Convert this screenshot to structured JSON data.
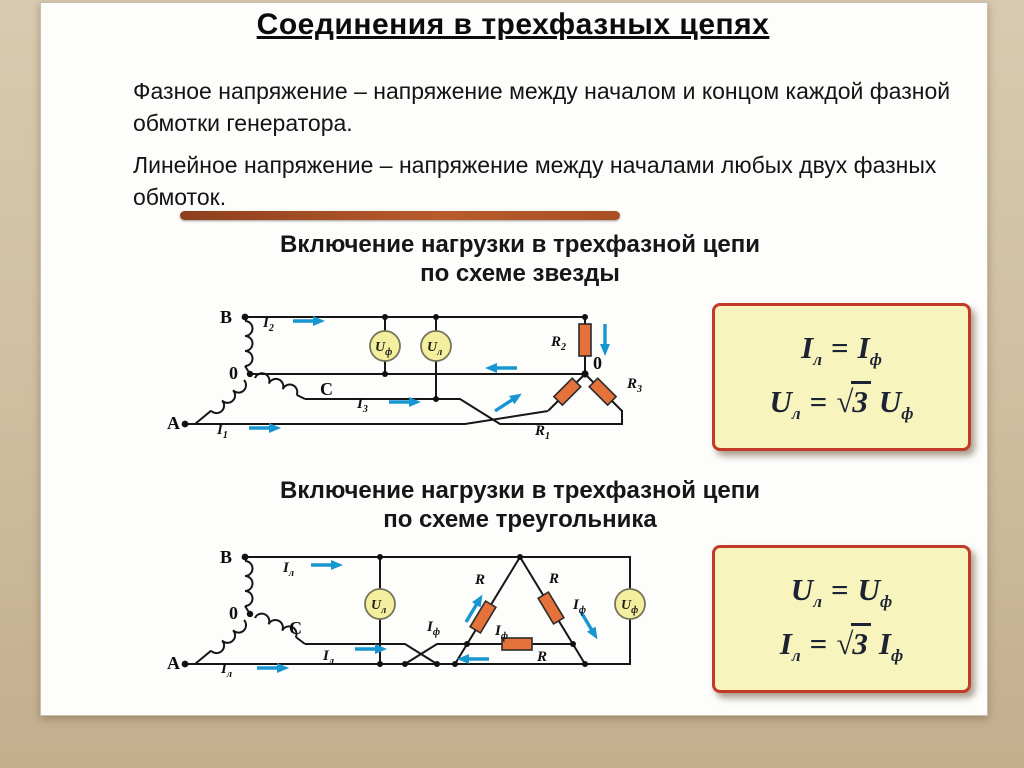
{
  "page": {
    "title": "Соединения в трехфазных цепях"
  },
  "definitions": {
    "phase_voltage": "Фазное напряжение – напряжение между началом и концом каждой фазной обмотки генератора.",
    "line_voltage": "Линейное напряжение – напряжение между началами любых двух фазных обмоток."
  },
  "star": {
    "heading_line1": "Включение нагрузки в трехфазной цепи",
    "heading_line2": "по схеме звезды",
    "terminals": {
      "b": "В",
      "zero": "0",
      "c": "С",
      "a": "А",
      "zero_load": "0"
    },
    "currents": {
      "i2": {
        "base": "I",
        "sub": "2"
      },
      "i3": {
        "base": "I",
        "sub": "3"
      },
      "i1": {
        "base": "I",
        "sub": "1"
      }
    },
    "meters": {
      "u_phase": {
        "base": "U",
        "sub": "ф"
      },
      "u_line": {
        "base": "U",
        "sub": "л"
      }
    },
    "resistors": {
      "r2": {
        "base": "R",
        "sub": "2"
      },
      "r3": {
        "base": "R",
        "sub": "3"
      },
      "r1": {
        "base": "R",
        "sub": "1"
      }
    },
    "formulas": {
      "f1": {
        "left_base": "I",
        "left_sub": "л",
        "equals": "=",
        "right_base": "I",
        "right_sub": "ф"
      },
      "f2": {
        "left_base": "U",
        "left_sub": "л",
        "equals": "=",
        "sqrt_sign": "√",
        "radicand": "3",
        "right_base": "U",
        "right_sub": "ф"
      }
    }
  },
  "delta": {
    "heading_line1": "Включение нагрузки в трехфазной цепи",
    "heading_line2": "по схеме треугольника",
    "terminals": {
      "b": "В",
      "zero": "0",
      "c": "С",
      "a": "А"
    },
    "currents": {
      "i_line": {
        "base": "I",
        "sub": "л"
      },
      "i_phase": {
        "base": "I",
        "sub": "ф"
      }
    },
    "meters": {
      "u_line": {
        "base": "U",
        "sub": "л"
      },
      "u_phase": {
        "base": "U",
        "sub": "ф"
      }
    },
    "resistor_label": "R",
    "formulas": {
      "f1": {
        "left_base": "U",
        "left_sub": "л",
        "equals": "=",
        "right_base": "U",
        "right_sub": "ф"
      },
      "f2": {
        "left_base": "I",
        "left_sub": "л",
        "equals": "=",
        "sqrt_sign": "√",
        "radicand": "3",
        "right_base": "I",
        "right_sub": "ф"
      }
    }
  }
}
